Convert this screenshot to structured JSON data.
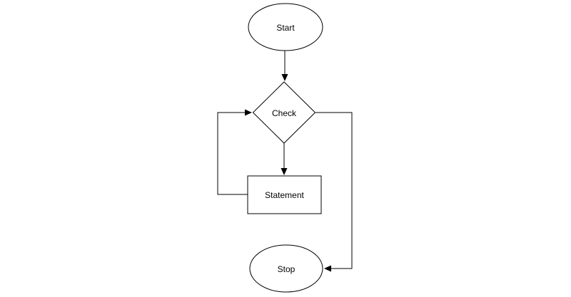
{
  "diagram": {
    "type": "flowchart",
    "background_color": "#ffffff",
    "stroke_color": "#000000",
    "text_color": "#000000",
    "nodes": [
      {
        "id": "start",
        "shape": "ellipse",
        "label": "Start"
      },
      {
        "id": "check",
        "shape": "diamond",
        "label": "Check"
      },
      {
        "id": "statement",
        "shape": "rectangle",
        "label": "Statement"
      },
      {
        "id": "stop",
        "shape": "ellipse",
        "label": "Stop"
      }
    ],
    "edges": [
      {
        "from": "start",
        "to": "check",
        "path": "straight-down",
        "arrowhead": "filled-triangle"
      },
      {
        "from": "check",
        "to": "statement",
        "path": "straight-down",
        "arrowhead": "filled-triangle"
      },
      {
        "from": "statement",
        "to": "check",
        "path": "loop-around-left",
        "arrowhead": "filled-triangle"
      },
      {
        "from": "check",
        "to": "stop",
        "path": "around-right-side",
        "arrowhead": "filled-triangle"
      }
    ]
  }
}
